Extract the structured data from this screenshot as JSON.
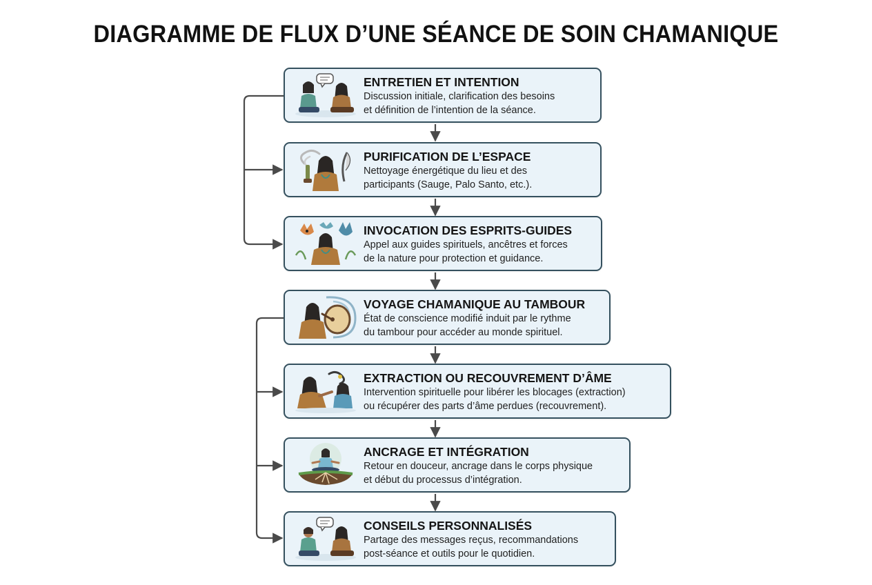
{
  "title": "DIAGRAMME DE FLUX D’UNE SÉANCE DE SOIN CHAMANIQUE",
  "steps": [
    {
      "title": "ENTRETIEN ET INTENTION",
      "description": "Discussion initiale, clarification des besoins\net définition de l’intention de la séance.",
      "icon": "conversation-illustration"
    },
    {
      "title": "PURIFICATION DE L’ESPACE",
      "description": "Nettoyage énergétique du lieu et des\nparticipants (Sauge, Palo Santo, etc.).",
      "icon": "smudging-illustration"
    },
    {
      "title": "INVOCATION DES ESPRITS-GUIDES",
      "description": "Appel aux guides spirituels, ancêtres et forces\nde la nature pour protection et guidance.",
      "icon": "spirit-animals-illustration"
    },
    {
      "title": "VOYAGE CHAMANIQUE AU TAMBOUR",
      "description": "État de conscience modifié induit par le rythme\ndu tambour pour accéder au monde spirituel.",
      "icon": "drum-illustration"
    },
    {
      "title": "EXTRACTION OU RECOUVREMENT D’ÂME",
      "description": "Intervention spirituelle pour libérer les blocages (extraction)\nou récupérer des parts d’âme perdues (recouvrement).",
      "icon": "healing-illustration"
    },
    {
      "title": "ANCRAGE ET INTÉGRATION",
      "description": "Retour en douceur, ancrage dans le corps physique\net début du processus d’intégration.",
      "icon": "grounding-illustration"
    },
    {
      "title": "CONSEILS PERSONNALISÉS",
      "description": "Partage des messages reçus, recommandations\npost-séance et outils pour le quotidien.",
      "icon": "advice-illustration"
    }
  ],
  "colors": {
    "box_fill": "#eaf3f9",
    "box_border": "#34505e",
    "arrow": "#4a4a4a"
  }
}
